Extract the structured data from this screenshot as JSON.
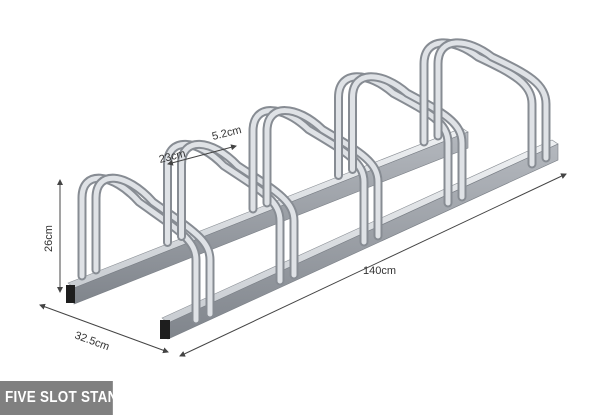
{
  "product": {
    "badge_text": "FIVE SLOT STAND"
  },
  "dimensions": {
    "height": "26cm",
    "depth": "32.5cm",
    "length": "140cm",
    "slot_spacing": "23cm",
    "tube_gap": "5.2cm"
  },
  "colors": {
    "steel_light": "#e4e6e9",
    "steel_mid": "#b7bbc1",
    "steel_dark": "#7c8188",
    "end_cap": "#1e1e1e",
    "dimension_line": "#444444",
    "badge_background": "#808080",
    "badge_text": "#ffffff"
  },
  "slots": 5
}
